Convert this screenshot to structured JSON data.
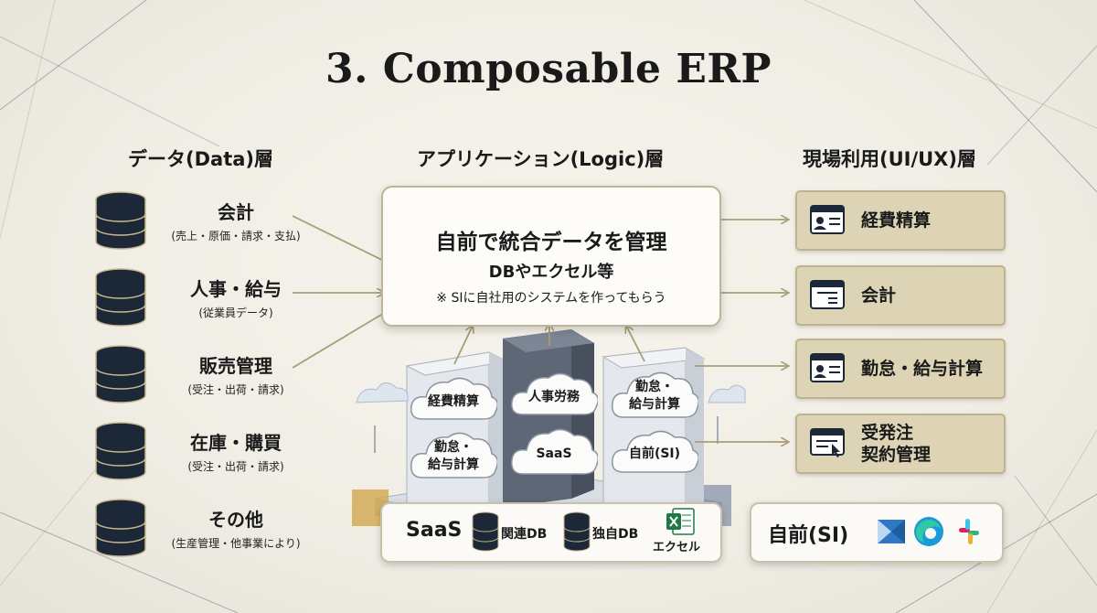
{
  "title": "3. Composable ERP",
  "columns": {
    "data": "データ(Data)層",
    "app": "アプリケーション(Logic)層",
    "ui": "現場利用(UI/UX)層"
  },
  "data_layer": [
    {
      "label": "会計",
      "sub": "(売上・原価・請求・支払)"
    },
    {
      "label": "人事・給与",
      "sub": "(従業員データ)"
    },
    {
      "label": "販売管理",
      "sub": "(受注・出荷・請求)"
    },
    {
      "label": "在庫・購買",
      "sub": "(受注・出荷・請求)"
    },
    {
      "label": "その他",
      "sub": "(生産管理・他事業により)"
    }
  ],
  "center_box": {
    "line1": "自前で統合データを管理",
    "line2": "DBやエクセル等",
    "line3": "※ SIに自社用のシステムを作ってもらう"
  },
  "ui_layer": [
    {
      "label": "経費精算",
      "icon": "id-card-icon"
    },
    {
      "label": "会計",
      "icon": "document-window-icon"
    },
    {
      "label": "勤怠・給与計算",
      "icon": "id-card-icon"
    },
    {
      "label_line1": "受発注",
      "label_line2": "契約管理",
      "icon": "browser-click-icon"
    }
  ],
  "clouds": {
    "expense": "経費精算",
    "hr": "人事労務",
    "attendance_l1": "勤怠・",
    "attendance_l2": "給与計算",
    "attendance2_l1": "勤怠・",
    "attendance2_l2": "給与計算",
    "saas": "SaaS",
    "inhouse": "自前(SI)"
  },
  "bottom_bar_left": {
    "saas": "SaaS",
    "related_db": "関連DB",
    "own_db": "独自DB",
    "excel": "エクセル"
  },
  "bottom_bar_right": {
    "label": "自前(SI)",
    "icons": [
      "blue-app-icon",
      "edge-browser-icon",
      "slack-icon"
    ]
  },
  "colors": {
    "db_dark": "#1c2738",
    "db_line": "#c7b98e",
    "ui_box": "#ddd3b5",
    "arrow": "#a89d78",
    "excel_green": "#1d7a45"
  }
}
